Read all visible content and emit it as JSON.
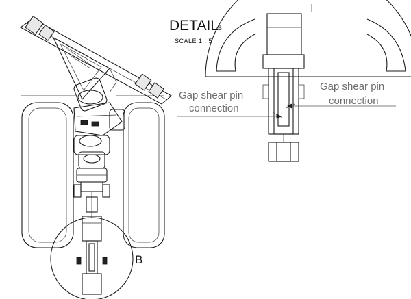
{
  "detail": {
    "title": "DETAIL",
    "title_suffix": "B",
    "scale": "SCALE 1 : 5"
  },
  "callouts": {
    "left_line1": "Gap shear pin",
    "left_line2": "connection",
    "right_line1": "Gap shear pin",
    "right_line2": "connection"
  },
  "detail_marker": {
    "label": "B"
  }
}
